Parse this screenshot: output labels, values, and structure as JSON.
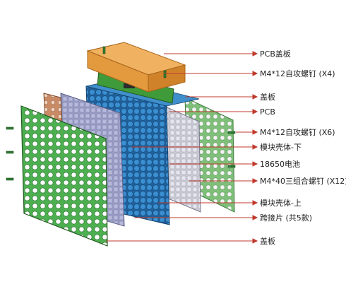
{
  "labels": {
    "pcb_cover": "PCB盖板",
    "screw_m4x12_x4": "M4*12自攻螺钉 (X4)",
    "cover_top": "盖板",
    "pcb": "PCB",
    "screw_m4x12_x6": "M4*12自攻螺钉 (X6)",
    "module_housing_lower": "模块壳体-下",
    "battery_18650": "18650电池",
    "screw_m4x40_x12": "M4*40三组合螺钉 (X12)",
    "module_housing_upper": "模块壳体-上",
    "jumper_plate": "跨接片 (共5款)",
    "cover_bottom": "盖板"
  },
  "colors": {
    "pcb_cover": "#e8a14a",
    "pcb_board": "#3f9a3a",
    "battery": "#2f7fc0",
    "housing_lower": "#8c8fb8",
    "housing_upper": "#d9d9e0",
    "end_plate": "#4caf50",
    "jumper_plate": "#d9a07a",
    "pointer_line": "#c0392b",
    "screw": "#2e7d32"
  }
}
